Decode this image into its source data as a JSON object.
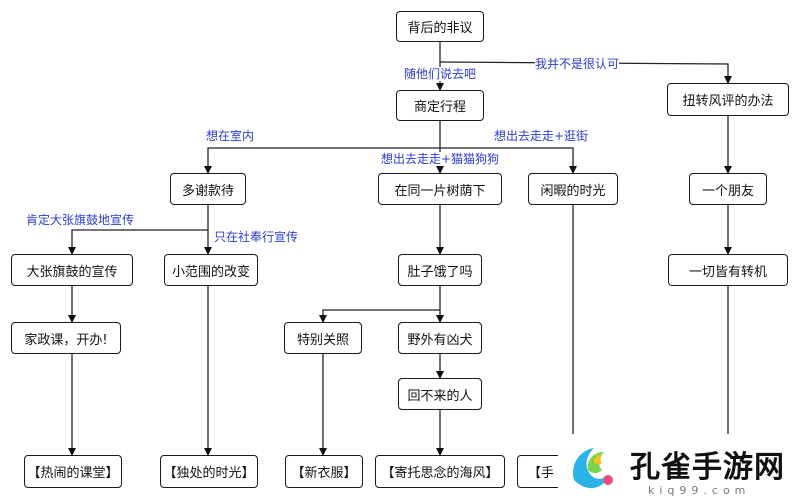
{
  "nodes": {
    "root": "背后的非议",
    "plan": "商定行程",
    "fix": "扭转风评的办法",
    "thank": "多谢款待",
    "shade": "在同一片树荫下",
    "leisure": "闲暇的时光",
    "friend": "一个朋友",
    "big": "大张旗鼓的宣传",
    "small": "小范围的改变",
    "hungry": "肚子饿了吗",
    "turn": "一切皆有转机",
    "homeec": "家政课，开办!",
    "care": "特别关照",
    "dog": "野外有凶犬",
    "noreturn": "回不来的人",
    "end1": "【热闹的课堂】",
    "end2": "【独处的时光】",
    "end3": "【新衣服】",
    "end4": "【寄托思念的海风】",
    "end5": "【手"
  },
  "labels": {
    "e_plan": "随他们说去吧",
    "e_fix": "我并不是很认可",
    "e_thank": "想在室内",
    "e_shade": "想出去走走+猫猫狗狗",
    "e_leisure": "想出去走走+逛街",
    "e_big": "肯定大张旗鼓地宣传",
    "e_small": "只在社奉行宣传"
  },
  "watermark": {
    "title": "孔雀手游网",
    "subtitle": "kiq99.com"
  }
}
